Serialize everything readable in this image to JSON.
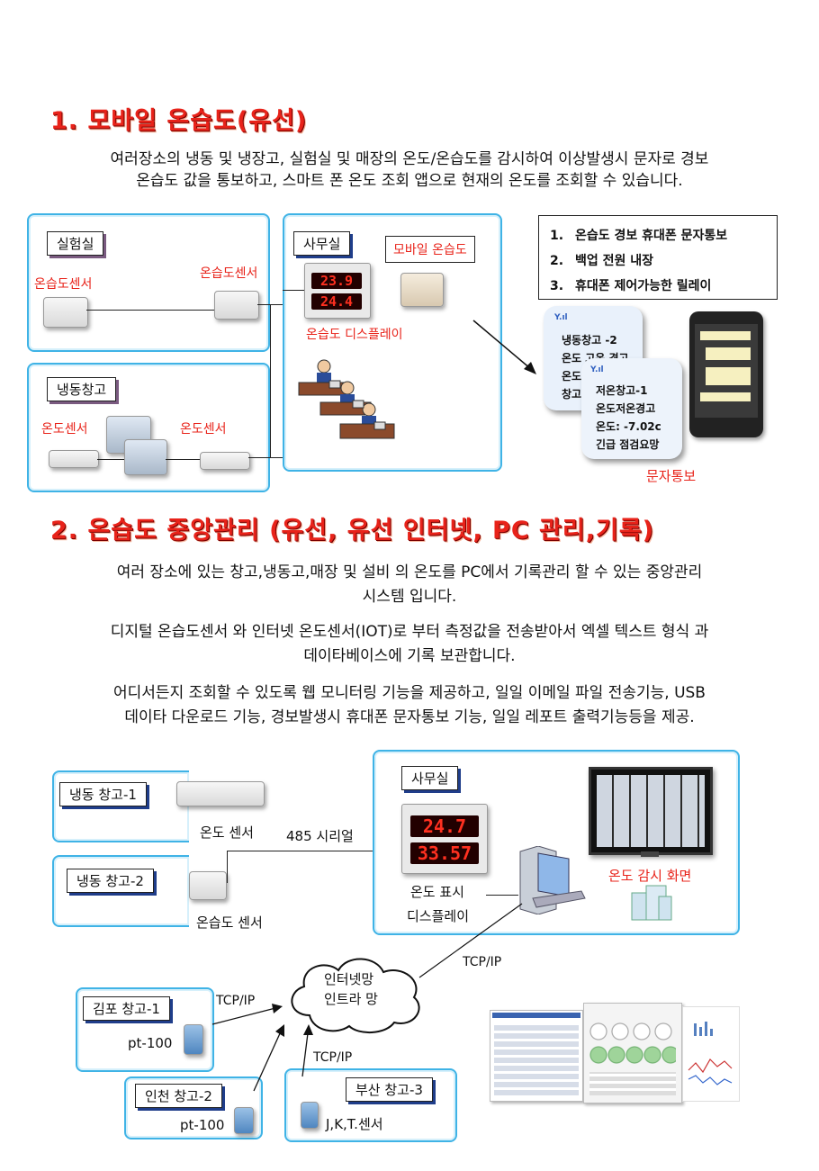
{
  "section1": {
    "title": "1. 모바일 온습도(유선)",
    "intro_line1": "여러장소의 냉동 및 냉장고, 실험실 및 매장의 온도/온습도를 감시하여 이상발생시 문자로 경보",
    "intro_line2": "온습도 값을 통보하고,  스마트 폰 온도 조회 앱으로 현재의 온도를 조회할 수 있습니다.",
    "lab_tag": "실험실",
    "lab_sensor_left": "온습도센서",
    "lab_sensor_right": "온습도센서",
    "freezer_tag": "냉동창고",
    "freezer_sensor_left": "온도센서",
    "freezer_sensor_right": "온도센서",
    "office_tag": "사무실",
    "mobile_label": "모바일 온습도",
    "display_label": "온습도 디스플레이",
    "display_top": "23.9",
    "display_bottom": "24.4",
    "features": [
      "온습도 경보 휴대폰 문자통보",
      "백업 전원 내장",
      "휴대폰 제어가능한 릴레이"
    ],
    "feature_nums": [
      "1.",
      "2.",
      "3."
    ],
    "sms_back": [
      "냉동창고 -2",
      "온도 고온 경고",
      "온도",
      "창고"
    ],
    "sms_front": [
      "저온창고-1",
      "온도저온경고",
      "온도:   -7.02c",
      "긴급 점검요망"
    ],
    "sms_label": "문자통보"
  },
  "section2": {
    "title": "2. 온습도 중앙관리 (유선, 유선 인터넷, PC 관리,기록)",
    "p1_line1": "여러 장소에 있는 창고,냉동고,매장 및 설비 의 온도를 PC에서 기록관리 할 수 있는 중앙관리",
    "p1_line2": "시스템 입니다.",
    "p2_line1": "디지털 온습도센서 와 인터넷 온도센서(IOT)로 부터 측정값을 전송받아서 엑셀 텍스트 형식 과",
    "p2_line2": "데이타베이스에 기록 보관합니다.",
    "p3_line1": "어디서든지 조회할 수 있도록 웹 모니터링 기능을 제공하고, 일일 이메일 파일 전송기능, USB",
    "p3_line2": "데이타 다운로드 기능, 경보발생시 휴대폰 문자통보 기능, 일일 레포트 출력기능등을 제공.",
    "store1_tag": "냉동 창고-1",
    "store1_sensor": "온도 센서",
    "store2_tag": "냉동 창고-2",
    "store2_sensor": "온습도 센서",
    "serial_label": "485 시리얼",
    "office_tag": "사무실",
    "display_top": "24.7",
    "display_bottom": "33.57",
    "display_label1": "온도 표시",
    "display_label2": "디스플레이",
    "monitor_label": "온도 감시 화면",
    "cloud_line1": "인터넷망",
    "cloud_line2": "인트라 망",
    "tcp1": "TCP/IP",
    "tcp2": "TCP/IP",
    "tcp3": "TCP/IP",
    "gimpo_tag": "김포 창고-1",
    "gimpo_sensor": "pt-100",
    "incheon_tag": "인천 창고-2",
    "incheon_sensor": "pt-100",
    "busan_tag": "부산 창고-3",
    "busan_sensor": "J,K,T.센서"
  },
  "colors": {
    "accent_red": "#e8231a",
    "panel_blue": "#3fb3e6"
  }
}
